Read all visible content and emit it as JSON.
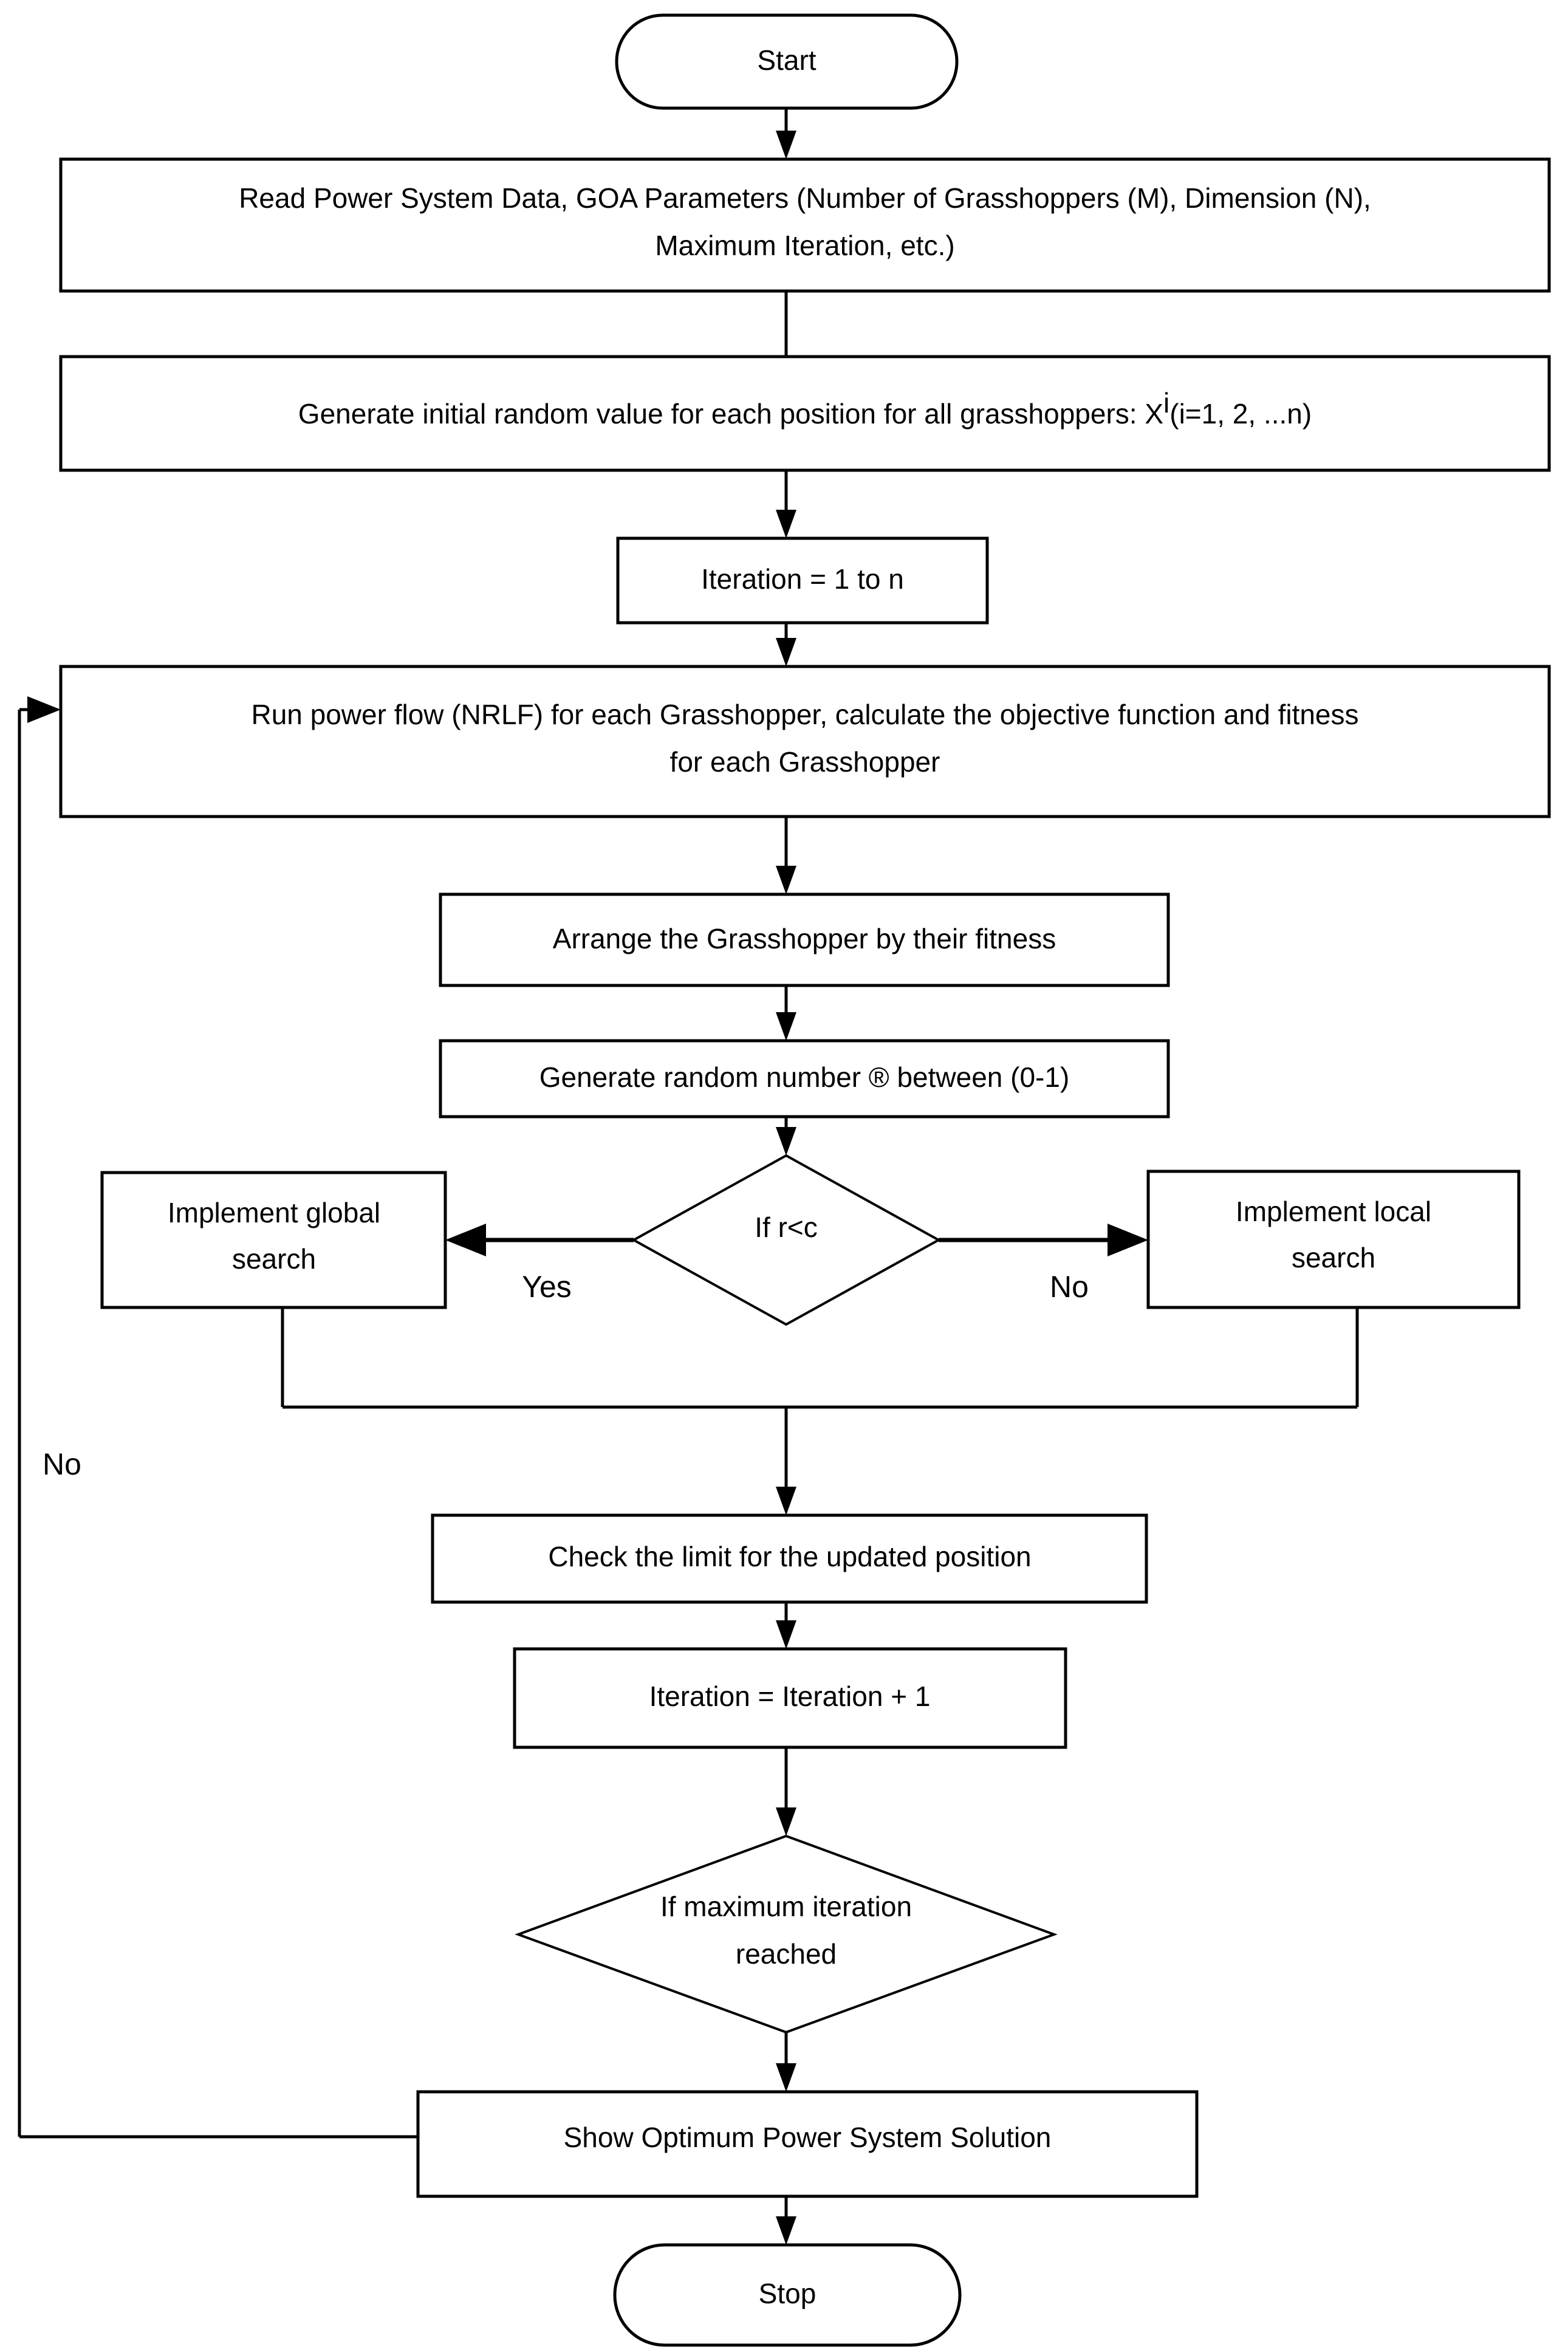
{
  "diagram": {
    "title": "Grasshopper Optimization Algorithm (GOA) Flowchart",
    "stroke_color": "#000000",
    "fill_color": "#ffffff",
    "background": "#ffffff"
  },
  "nodes": {
    "start": {
      "label": "Start",
      "shape": "terminator"
    },
    "read_data": {
      "line1": "Read Power System Data, GOA Parameters (Number of Grasshoppers (M), Dimension (N),",
      "line2": "Maximum Iteration, etc.)",
      "shape": "process"
    },
    "generate_initial": {
      "text_before": "Generate initial random value for each position for all grasshoppers: X",
      "superscript": "i",
      "text_after": "(i=1, 2, ...n)",
      "shape": "process"
    },
    "iteration_loop": {
      "label": "Iteration = 1 to n",
      "shape": "process"
    },
    "run_power_flow": {
      "line1": "Run power flow (NRLF) for each Grasshopper, calculate the objective function and fitness",
      "line2": "for each Grasshopper",
      "shape": "process"
    },
    "arrange": {
      "label": "Arrange the Grasshopper by their fitness",
      "shape": "process"
    },
    "generate_random": {
      "label": "Generate random number ® between (0-1)",
      "shape": "process"
    },
    "decision_rc": {
      "label": "If r<c",
      "shape": "decision"
    },
    "global_search": {
      "line1": "Implement global",
      "line2": "search",
      "shape": "process"
    },
    "local_search": {
      "line1": "Implement local",
      "line2": "search",
      "shape": "process"
    },
    "check_limit": {
      "label": "Check the limit for the updated position",
      "shape": "process"
    },
    "iteration_increment": {
      "label": "Iteration = Iteration + 1",
      "shape": "process"
    },
    "decision_max_iter": {
      "line1": "If maximum iteration",
      "line2": "reached",
      "shape": "decision"
    },
    "show_solution": {
      "label": "Show Optimum Power System Solution",
      "shape": "process"
    },
    "stop": {
      "label": "Stop",
      "shape": "terminator"
    }
  },
  "edge_labels": {
    "yes_branch": "Yes",
    "no_branch_right": "No",
    "no_branch_loop": "No"
  }
}
